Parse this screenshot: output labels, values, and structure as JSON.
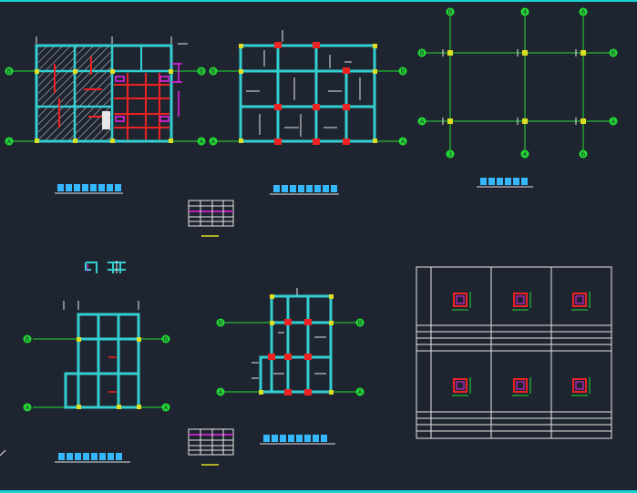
{
  "colors": {
    "background": "#1f2530",
    "wall": "#33cfd0",
    "axis": "#22dd33",
    "column": "#dddd22",
    "rebar": "#ee2222",
    "magenta": "#ee22ee",
    "white": "#e6e6e6",
    "title": "#35b8ff",
    "underline_yellow": "#dddd22"
  },
  "axis_labels": {
    "b": "B",
    "a": "A",
    "b_low": "B",
    "a_low": "A",
    "c1": "3",
    "c4": "4",
    "c6": "6"
  },
  "icons": [
    "grid-bubble-icon",
    "column-section-icon"
  ]
}
